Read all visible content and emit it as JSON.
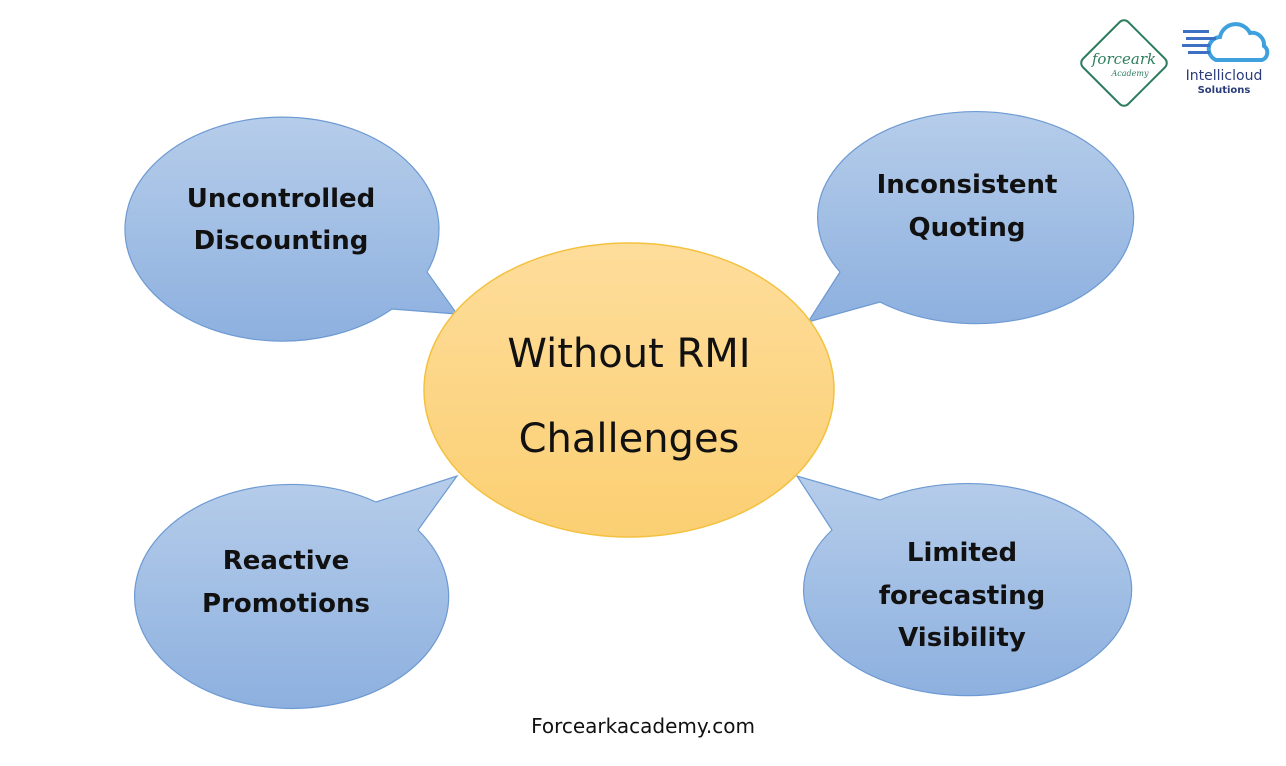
{
  "center": {
    "lines": [
      "Without RMI",
      "Challenges"
    ]
  },
  "bubbles": [
    {
      "lines": [
        "Uncontrolled",
        "Discounting"
      ]
    },
    {
      "lines": [
        "Inconsistent",
        "Quoting"
      ]
    },
    {
      "lines": [
        "Reactive",
        "Promotions"
      ]
    },
    {
      "lines": [
        "Limited",
        "forecasting",
        "Visibility"
      ]
    }
  ],
  "logos": {
    "forceark": "forceark",
    "forceark_sub": "Academy",
    "intellicloud": "Intellicloud",
    "intellicloud_sub": "Solutions"
  },
  "footer": "Forcearkacademy.com",
  "colors": {
    "bubble_top": "#b4cbe9",
    "bubble_bottom": "#8fb2df",
    "bubble_stroke": "#6d9ad3",
    "center_top": "#fddc98",
    "center_bottom": "#fbd077",
    "center_stroke": "#f4c13f"
  }
}
